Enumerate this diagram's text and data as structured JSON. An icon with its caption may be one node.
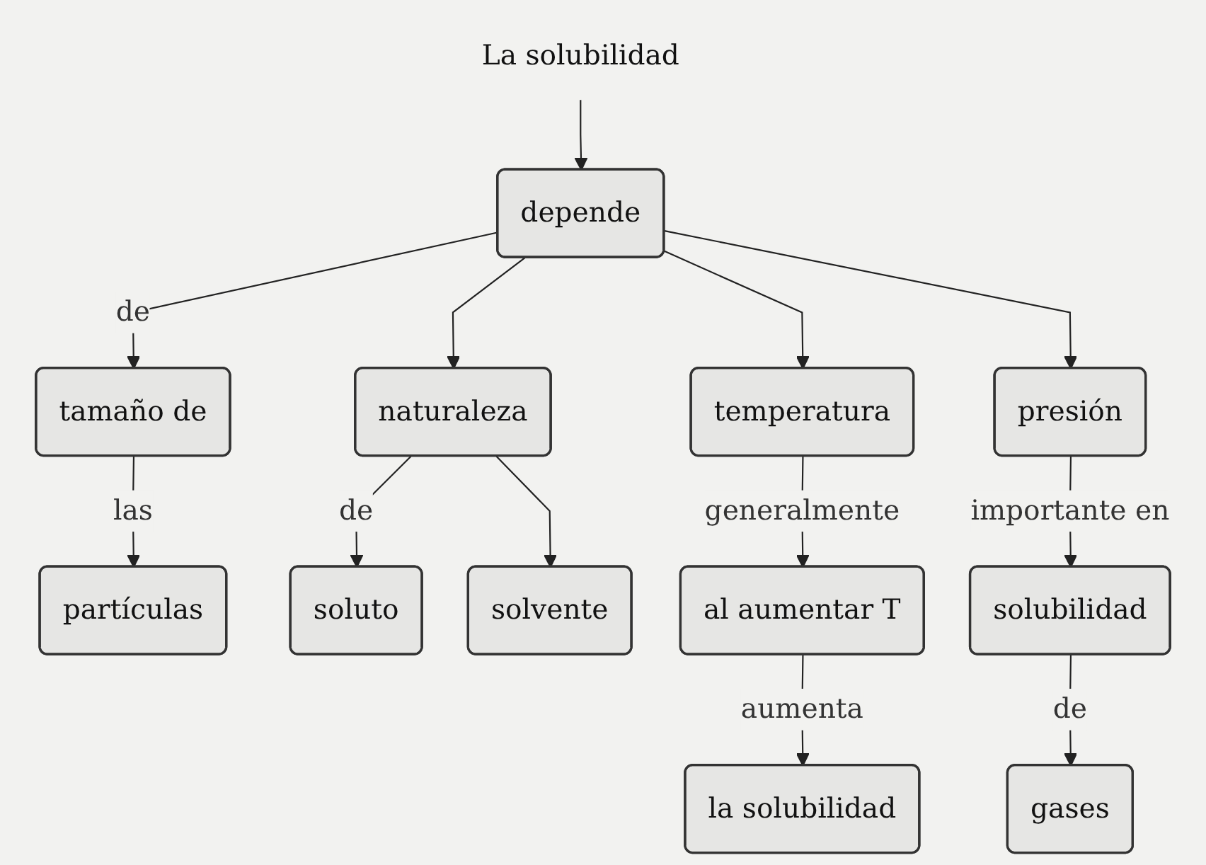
{
  "diagram": {
    "nodes": [
      {
        "text": [
          "La solubilidad"
        ]
      },
      {
        "text": [
          "depende"
        ]
      },
      {
        "text": [
          "tamaño de"
        ]
      },
      {
        "text": [
          "naturaleza"
        ]
      },
      {
        "text": [
          "temperatura"
        ]
      },
      {
        "text": [
          "presión"
        ]
      },
      {
        "text": [
          "partículas"
        ]
      },
      {
        "text": [
          "soluto"
        ]
      },
      {
        "text": [
          "solvente"
        ]
      },
      {
        "text": [
          "al aumentar T"
        ]
      },
      {
        "text": [
          "la solubilidad"
        ]
      },
      {
        "text": [
          "solubilidad"
        ]
      },
      {
        "text": [
          "gases"
        ]
      }
    ],
    "edges": [
      {
        "from": 0,
        "to": 1,
        "arrow": "to"
      },
      {
        "from": 1,
        "to": 2,
        "label": "de",
        "arrow": "to"
      },
      {
        "from": 1,
        "to": 3,
        "arrow": "to"
      },
      {
        "from": 1,
        "to": 4,
        "arrow": "to"
      },
      {
        "from": 1,
        "to": 5,
        "arrow": "to"
      },
      {
        "from": 2,
        "to": 6,
        "label": "las",
        "arrow": "to"
      },
      {
        "from": 3,
        "to": 7,
        "label": "de",
        "arrow": "to"
      },
      {
        "from": 3,
        "to": 8,
        "arrow": "to"
      },
      {
        "from": 4,
        "to": 9,
        "label": "generalmente",
        "arrow": "to"
      },
      {
        "from": 9,
        "to": 10,
        "label": "aumenta",
        "arrow": "to"
      },
      {
        "from": 5,
        "to": 11,
        "label": "importante en",
        "arrow": "to"
      },
      {
        "from": 11,
        "to": 12,
        "label": "de",
        "arrow": "to"
      }
    ]
  }
}
